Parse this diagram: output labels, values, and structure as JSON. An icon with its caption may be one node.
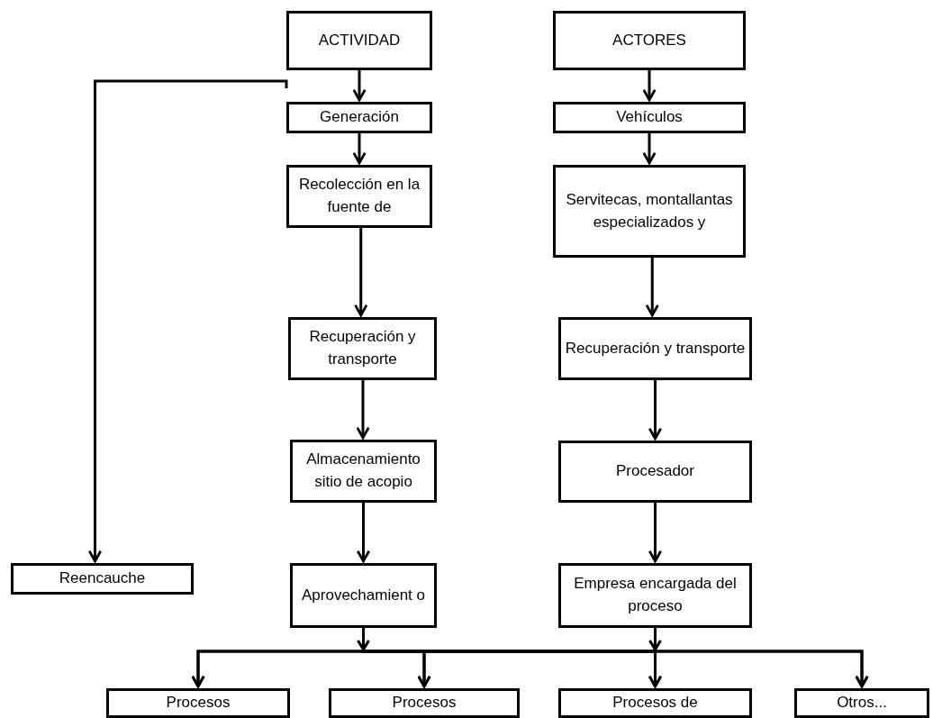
{
  "diagram": {
    "nodes": [
      {
        "text": [
          "ACTIVIDAD"
        ]
      },
      {
        "text": [
          "Generación"
        ]
      },
      {
        "text": [
          "Recolección en la fuente de"
        ]
      },
      {
        "text": [
          "Recuperación y transporte"
        ]
      },
      {
        "text": [
          "Almacenamiento sitio de acopio"
        ]
      },
      {
        "text": [
          "Aprovechamient o"
        ]
      },
      {
        "text": [
          "ACTORES"
        ]
      },
      {
        "text": [
          "Vehículos"
        ]
      },
      {
        "text": [
          "Servitecas, montallantas especializados y"
        ]
      },
      {
        "text": [
          "Recuperación y transporte"
        ]
      },
      {
        "text": [
          "Procesador"
        ]
      },
      {
        "text": [
          "Empresa encargada del proceso"
        ]
      },
      {
        "text": [
          "Reencauche"
        ]
      },
      {
        "text": [
          "Procesos"
        ]
      },
      {
        "text": [
          "Procesos"
        ]
      },
      {
        "text": [
          "Procesos de"
        ]
      },
      {
        "text": [
          "Otros..."
        ]
      }
    ],
    "edges": [
      {
        "from": 0,
        "to": 1,
        "arrow": "to"
      },
      {
        "from": 1,
        "to": 2,
        "arrow": "to"
      },
      {
        "from": 2,
        "to": 3,
        "arrow": "to"
      },
      {
        "from": 3,
        "to": 4,
        "arrow": "to"
      },
      {
        "from": 4,
        "to": 5,
        "arrow": "to"
      },
      {
        "from": 6,
        "to": 7,
        "arrow": "to"
      },
      {
        "from": 7,
        "to": 8,
        "arrow": "to"
      },
      {
        "from": 8,
        "to": 9,
        "arrow": "to"
      },
      {
        "from": 9,
        "to": 10,
        "arrow": "to"
      },
      {
        "from": 10,
        "to": 11,
        "arrow": "to"
      },
      {
        "from": null,
        "to": 12,
        "arrow": "to"
      },
      {
        "from": 5,
        "to": 13,
        "arrow": "to"
      },
      {
        "from": 5,
        "to": 14,
        "arrow": "to"
      },
      {
        "from": 5,
        "to": 15,
        "arrow": "to"
      },
      {
        "from": 5,
        "to": 16,
        "arrow": "to"
      },
      {
        "from": 11,
        "to": 13,
        "arrow": "to"
      },
      {
        "from": 11,
        "to": 14,
        "arrow": "to"
      },
      {
        "from": 11,
        "to": 15,
        "arrow": "to"
      },
      {
        "from": 11,
        "to": 16,
        "arrow": "to"
      }
    ]
  }
}
